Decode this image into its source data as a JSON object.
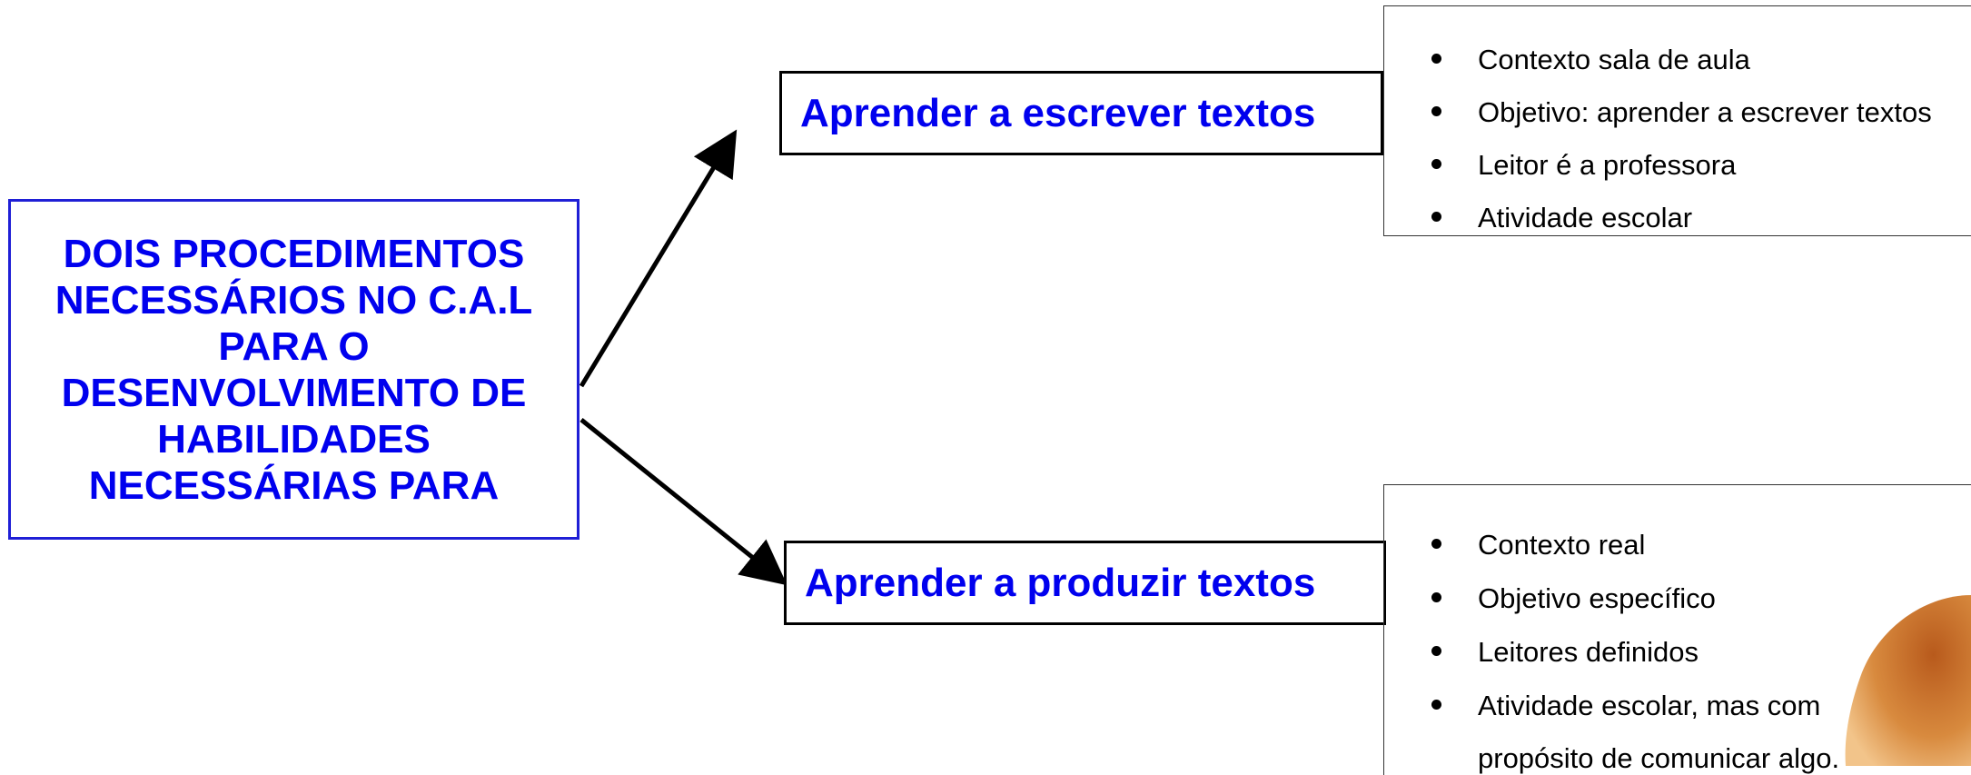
{
  "main_box": {
    "title": "DOIS PROCEDIMENTOS NECESSÁRIOS NO C.A.L PARA O DESENVOLVIMENTO DE HABILIDADES NECESSÁRIAS PARA"
  },
  "top_branch": {
    "label": "Aprender a escrever textos",
    "items": [
      "Contexto sala de aula",
      "Objetivo: aprender a escrever textos",
      "Leitor é a professora",
      "Atividade escolar"
    ]
  },
  "bottom_branch": {
    "label": "Aprender a produzir textos",
    "items": [
      "Contexto real",
      "Objetivo específico",
      "Leitores definidos",
      "Atividade escolar, mas com",
      "propósito de comunicar algo."
    ]
  },
  "colors": {
    "title_blue": "#0000ee",
    "main_border": "#1f1fd6",
    "decor_orange": "#c8762f"
  }
}
